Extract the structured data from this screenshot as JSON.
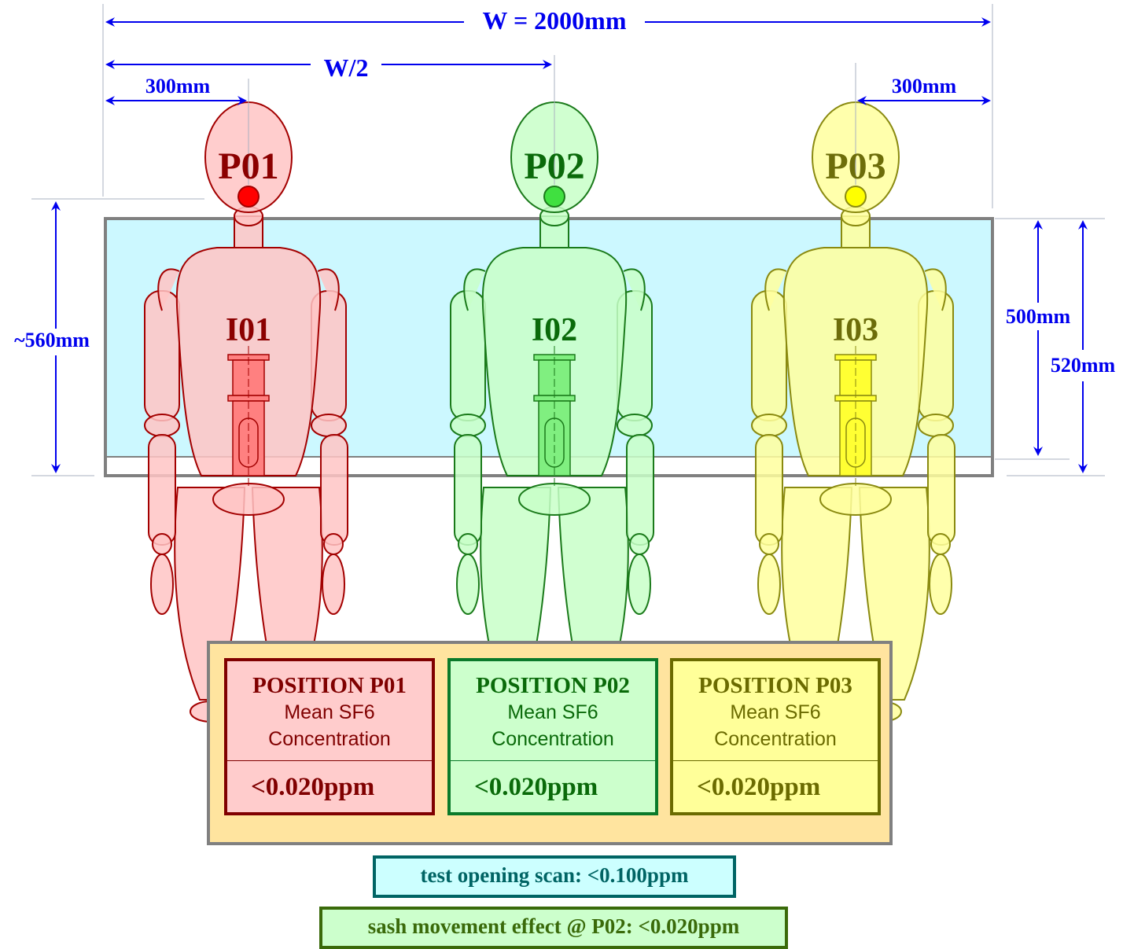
{
  "dimensions": {
    "total_width": "W = 2000mm",
    "half_width": "W/2",
    "left_offset": "300mm",
    "right_offset": "300mm",
    "left_height": "~560mm",
    "right_height_inner": "500mm",
    "right_height_outer": "520mm"
  },
  "mannequins": [
    {
      "position": "P01",
      "injector": "I01",
      "fill": "#ffc4c4",
      "stroke": "#a30000",
      "label_color": "#8b0000",
      "dot_color": "#ff0000",
      "injector_color": "#ff8080"
    },
    {
      "position": "P02",
      "injector": "I02",
      "fill": "#c8ffc8",
      "stroke": "#1a7a1a",
      "label_color": "#0a6a0a",
      "dot_color": "#40e040",
      "injector_color": "#80ef80"
    },
    {
      "position": "P03",
      "injector": "I03",
      "fill": "#ffff9e",
      "stroke": "#8a8a10",
      "label_color": "#6d6d0a",
      "dot_color": "#ffff00",
      "injector_color": "#ffff33"
    }
  ],
  "results": [
    {
      "title": "POSITION P01",
      "line1": "Mean  SF6",
      "line2": "Concentration",
      "value": "<0.020ppm",
      "bg": "#ffcccc",
      "border": "#800000",
      "title_color": "#800000",
      "text_color": "#800000"
    },
    {
      "title": "POSITION P02",
      "line1": "Mean  SF6",
      "line2": "Concentration",
      "value": "<0.020ppm",
      "bg": "#ccffcc",
      "border": "#0a7a2a",
      "title_color": "#0a6a0a",
      "text_color": "#0a6a0a"
    },
    {
      "title": "POSITION P03",
      "line1": "Mean  SF6",
      "line2": "Concentration",
      "value": "<0.020ppm",
      "bg": "#ffff99",
      "border": "#6b6b00",
      "title_color": "#6b6b00",
      "text_color": "#6b6b00"
    }
  ],
  "notes": {
    "scan": "test opening scan: <0.100ppm",
    "sash": "sash movement effect @ P02: <0.020ppm"
  },
  "colors": {
    "dimension": "#0000ee",
    "sash_fill": "#ccf8ff",
    "frame": "#808080",
    "panel_bg": "#ffe49f",
    "scan_bg": "#ccffff",
    "scan_border": "#006464",
    "scan_text": "#006464",
    "sash_note_bg": "#ccffcc",
    "sash_note_border": "#3a6a0a",
    "sash_note_text": "#3a6a0a"
  }
}
